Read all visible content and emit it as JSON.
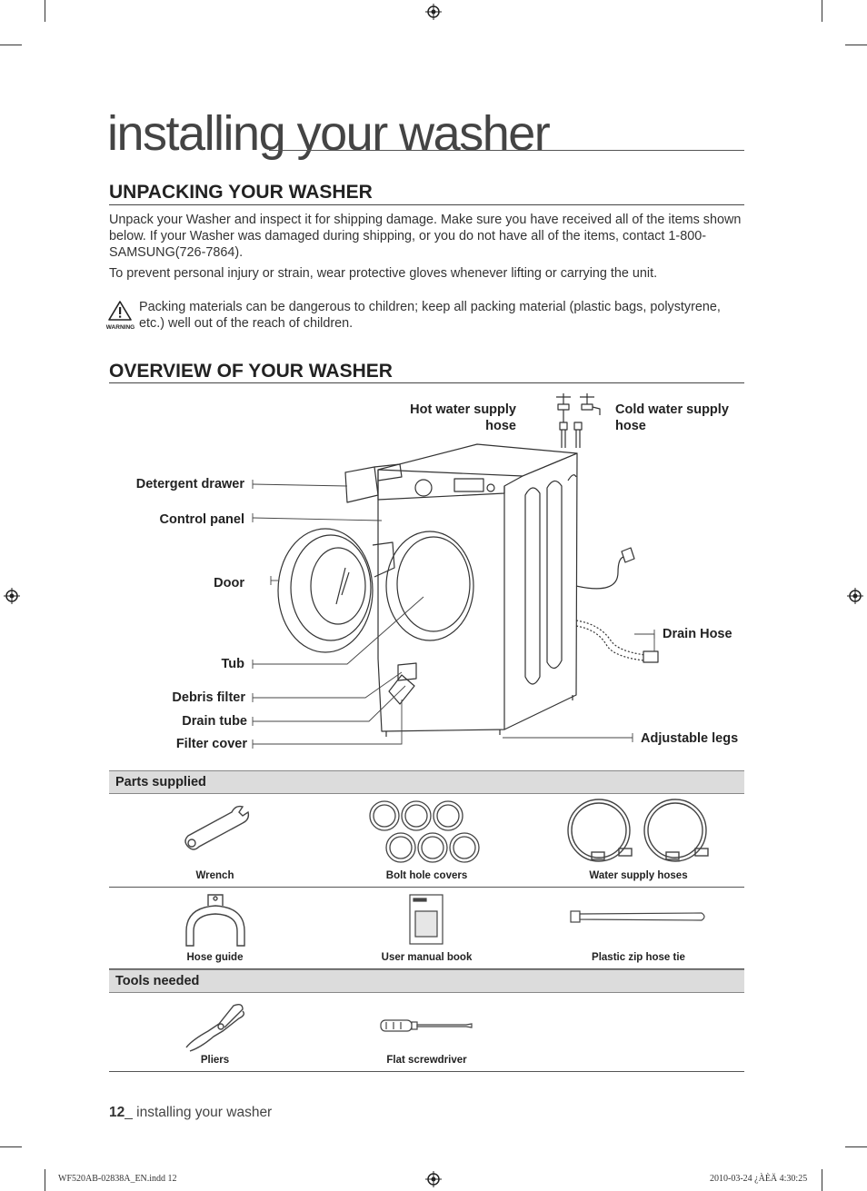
{
  "page": {
    "title": "installing your washer"
  },
  "unpacking": {
    "heading": "UNPACKING YOUR WASHER",
    "paragraph1": "Unpack your Washer and inspect it for shipping damage. Make sure you have received all of the items shown below. If your Washer was damaged during shipping, or you do not have all of the items, contact 1-800-SAMSUNG(726-7864).",
    "paragraph2": "To prevent personal injury or strain, wear protective gloves whenever lifting or carrying the unit.",
    "warning_label": "WARNING",
    "warning_text": "Packing materials can be dangerous to children; keep all packing material (plastic bags, polystyrene, etc.) well out of the reach of children."
  },
  "overview": {
    "heading": "OVERVIEW OF YOUR WASHER",
    "labels": {
      "hot_water_supply_hose_line1": "Hot water supply",
      "hot_water_supply_hose_line2": "hose",
      "cold_water_supply_hose_line1": "Cold water supply",
      "cold_water_supply_hose_line2": "hose",
      "detergent_drawer": "Detergent drawer",
      "control_panel": "Control panel",
      "door": "Door",
      "tub": "Tub",
      "debris_filter": "Debris filter",
      "drain_tube": "Drain tube",
      "filter_cover": "Filter cover",
      "drain_hose": "Drain Hose",
      "adjustable_legs": "Adjustable legs"
    }
  },
  "parts_supplied": {
    "heading": "Parts supplied",
    "row1": [
      "Wrench",
      "Bolt hole covers",
      "Water supply hoses"
    ],
    "row2": [
      "Hose guide",
      "User manual book",
      "Plastic zip hose tie"
    ]
  },
  "tools_needed": {
    "heading": "Tools needed",
    "row1": [
      "Pliers",
      "Flat screwdriver"
    ]
  },
  "footer": {
    "page_number": "12",
    "page_section": "_ installing your washer",
    "slug_left": "WF520AB-02838A_EN.indd   12",
    "slug_right": "2010-03-24   ¿ÀÈÄ 4:30:25"
  }
}
